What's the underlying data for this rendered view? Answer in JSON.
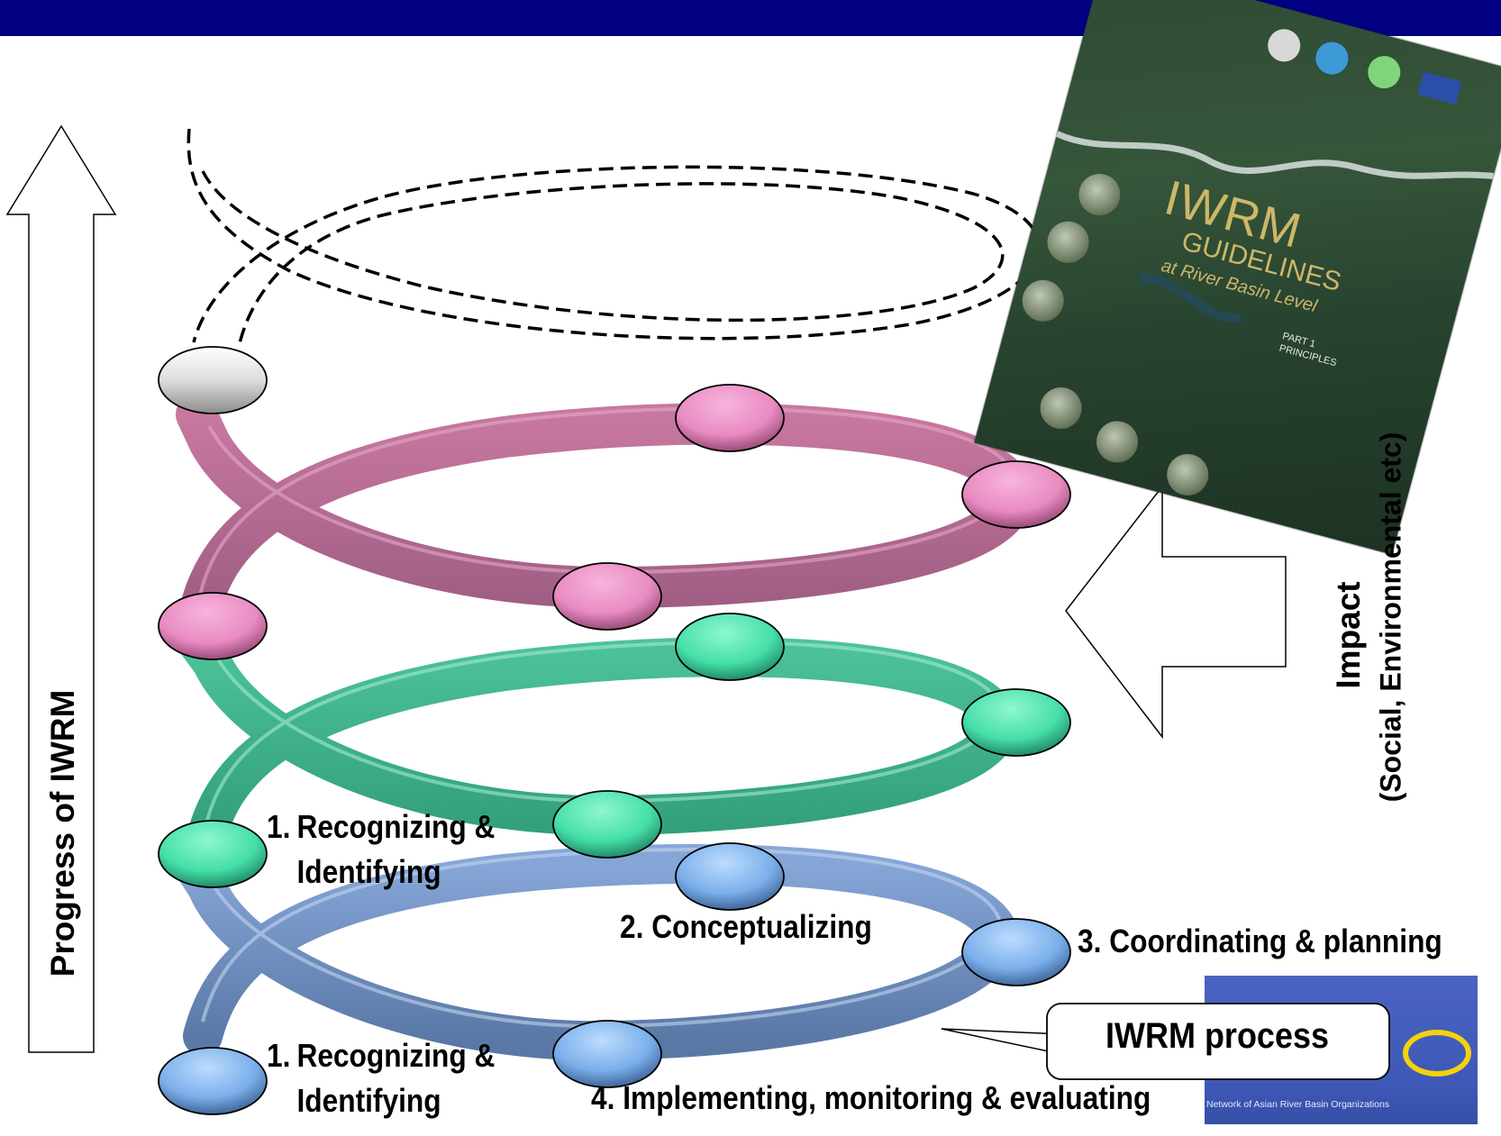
{
  "labels": {
    "progress": "Progress of IWRM",
    "impact_line1": "Impact",
    "impact_line2": "(Social, Environmental etc)",
    "step1_top": {
      "num": "1.",
      "line1": "Recognizing &",
      "line2": "Identifying"
    },
    "step1_bottom": {
      "num": "1.",
      "line1": "Recognizing &",
      "line2": "Identifying"
    },
    "step2": "2. Conceptualizing",
    "step3": "3. Coordinating & planning",
    "step4": "4. Implementing, monitoring & evaluating",
    "callout": "IWRM process"
  },
  "book": {
    "title": "IWRM",
    "subtitle": "GUIDELINES",
    "subtitle2": "at River Basin Level",
    "part": "PART 1",
    "part_sub": "PRINCIPLES"
  },
  "logo_caption": "Network of Asian River Basin Organizations",
  "colors": {
    "header_bar": "#000080",
    "pink_band": "#b3648c",
    "green_band": "#3cb08a",
    "blue_band": "#6f8fc0",
    "pink_node": "#ee8cc4",
    "green_node": "#46e0aa",
    "blue_node": "#7ab0ee",
    "gray_node": "#d6d6d6"
  },
  "icons": [
    "up-arrow-icon",
    "left-arrow-icon"
  ]
}
